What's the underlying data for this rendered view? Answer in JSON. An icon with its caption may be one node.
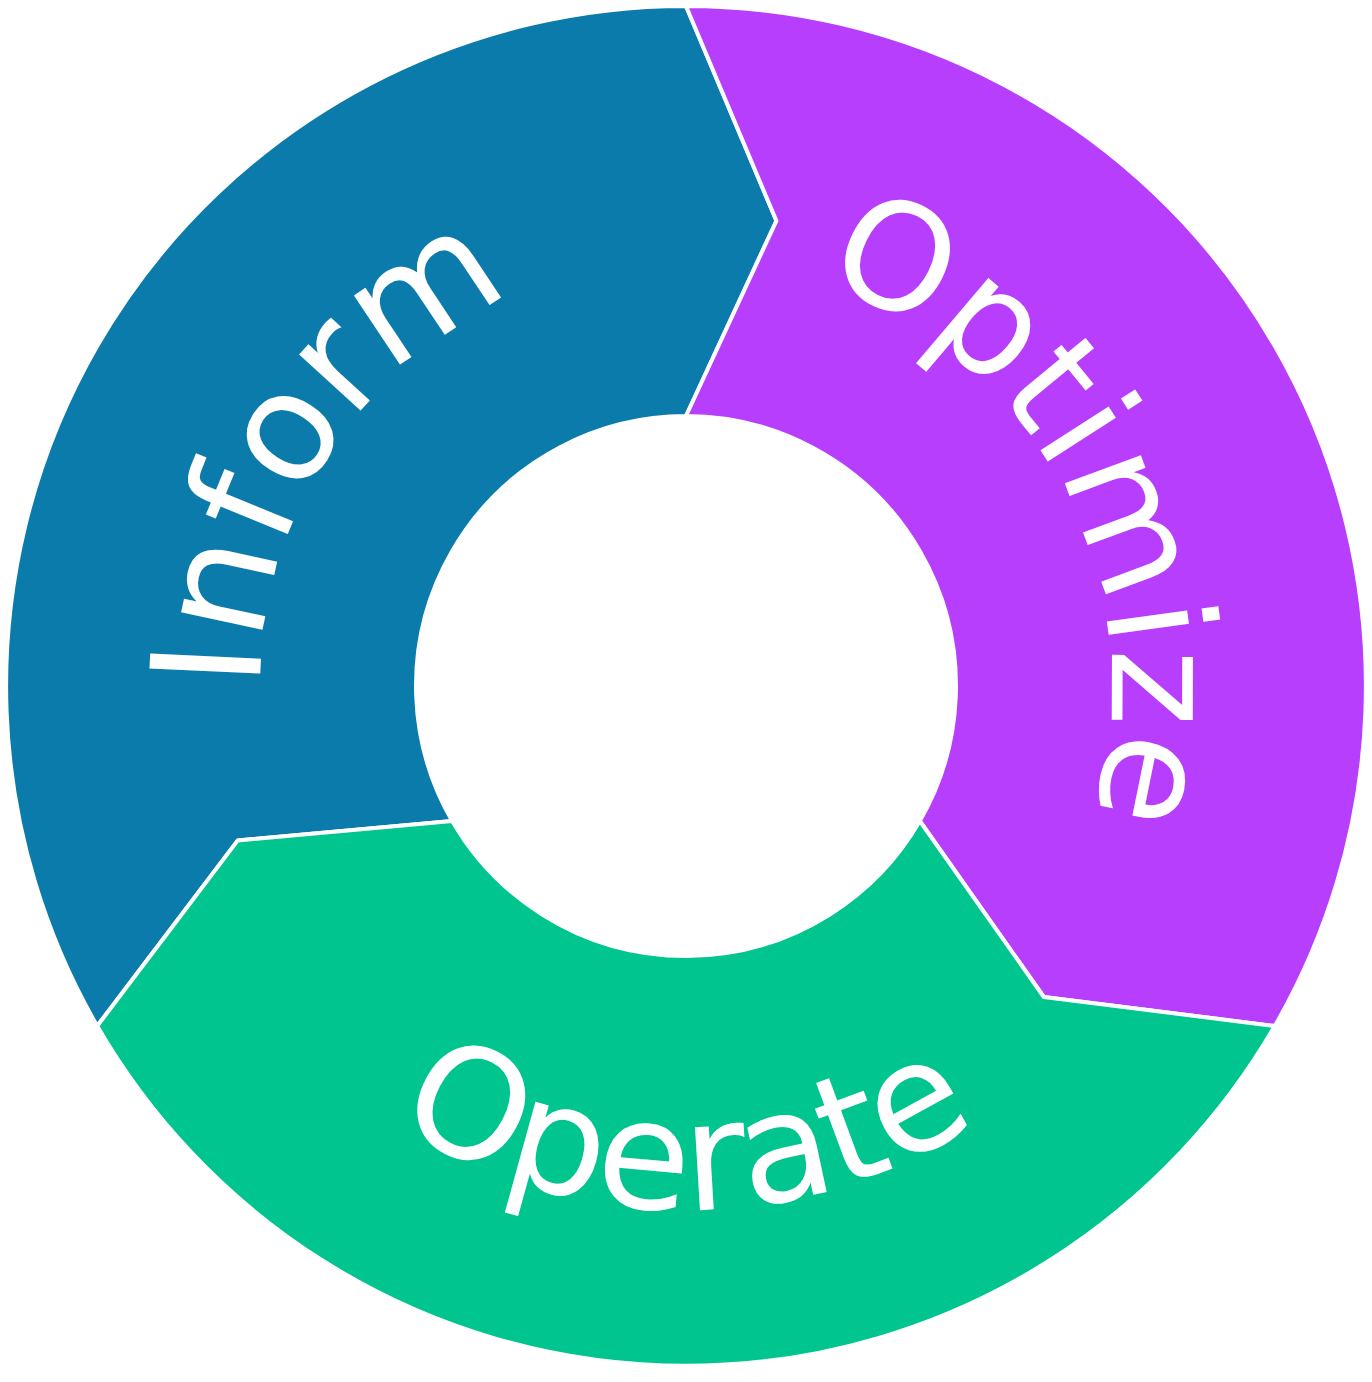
{
  "diagram": {
    "nodes": [
      {
        "text": [
          "Inform"
        ]
      },
      {
        "text": [
          "Optimize"
        ]
      },
      {
        "text": [
          "Operate"
        ]
      }
    ]
  }
}
